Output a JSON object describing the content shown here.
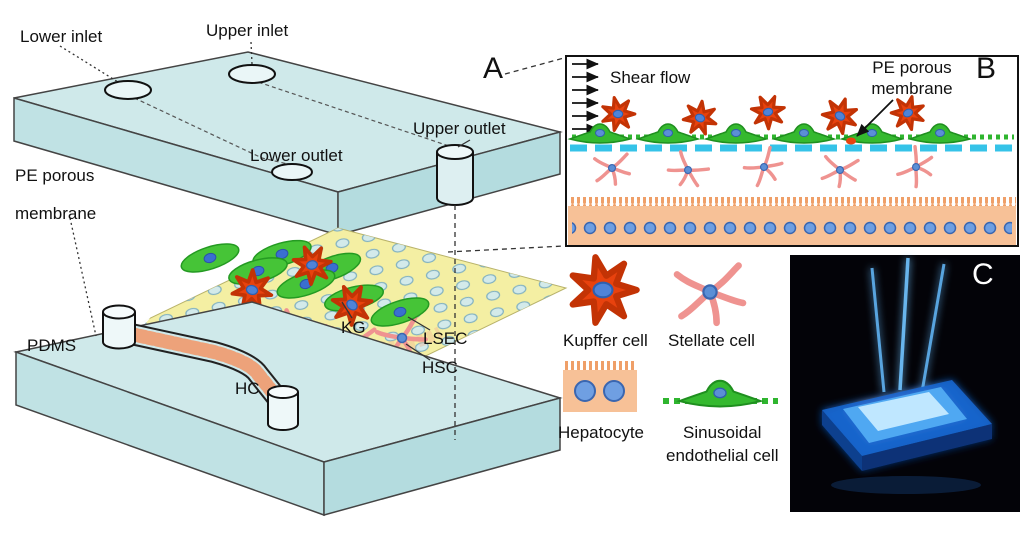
{
  "panel_a": {
    "label": "A",
    "lower_inlet": "Lower inlet",
    "upper_inlet": "Upper inlet",
    "upper_outlet": "Upper outlet",
    "lower_outlet": "Lower outlet",
    "pe_porous_line1": "PE porous",
    "pe_porous_line2": "membrane",
    "pdms": "PDMS",
    "kg": "KG",
    "lsec": "LSEC",
    "hsc": "HSC",
    "hc": "HC"
  },
  "panel_b": {
    "label": "B",
    "shear_flow": "Shear flow",
    "membrane_line1": "PE porous",
    "membrane_line2": "membrane"
  },
  "legend": {
    "kupffer_label": "Kupffer cell",
    "stellate_label": "Stellate cell",
    "hepatocyte_label": "Hepatocyte",
    "sinusoidal_line1": "Sinusoidal",
    "sinusoidal_line2": "endothelial cell"
  },
  "panel_c": {
    "label": "C"
  },
  "colors": {
    "slab": "#cfe9ea",
    "membrane_sheet": "#f4efa3",
    "membrane_dashed": "#35c3e8",
    "endothelial_green": "#35b92f",
    "kupffer_red": "#e8420e",
    "stellate_pink": "#ef9390",
    "hepatocyte_orange": "#f7c197",
    "nucleus_blue": "#5b8fd6",
    "chip_glow_blue": "#4fa8f2"
  }
}
